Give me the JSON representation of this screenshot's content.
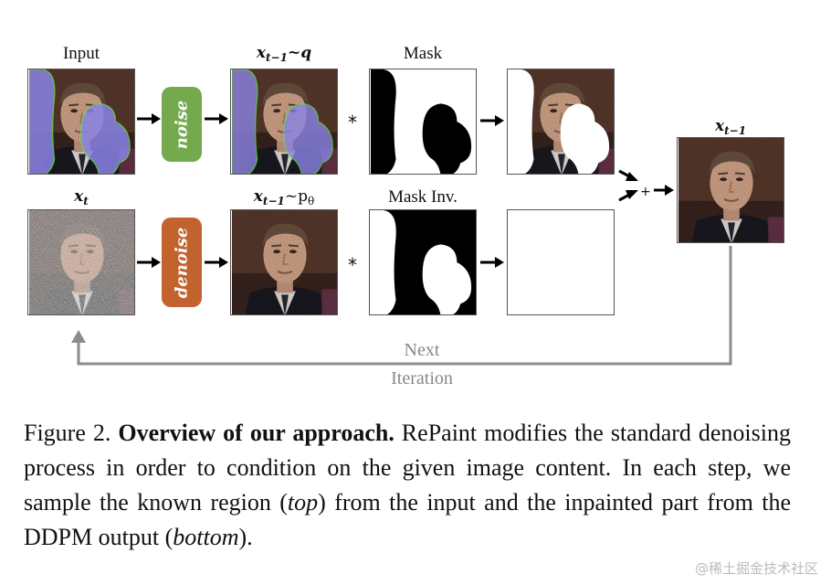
{
  "figure": {
    "labels": {
      "input": "Input",
      "xt": "x",
      "xt_sub": "t",
      "q_var": "x",
      "q_sub": "t−1",
      "q_rest": "~q",
      "p_var": "x",
      "p_sub": "t−1",
      "p_rest": "~p",
      "p_theta": "θ",
      "mask": "Mask",
      "mask_inv": "Mask Inv.",
      "out_var": "x",
      "out_sub": "t−1"
    },
    "pills": {
      "noise": "noise",
      "denoise": "denoise"
    },
    "operators": {
      "mult": "*",
      "plus": "+"
    },
    "iteration": {
      "line1": "Next",
      "line2": "Iteration"
    },
    "colors": {
      "noise": "#74a94e",
      "denoise": "#c2622d",
      "mask_overlay": "#8a83e6",
      "loop": "#8c8c8c"
    }
  },
  "caption": {
    "prefix": "Figure 2. ",
    "bold": "Overview of our approach.",
    "p1": " RePaint modifies the standard denoising process in order to condition on the given image content. In each step, we sample the known region (",
    "top": "top",
    "p2": ") from the input and the inpainted part from the DDPM output (",
    "bottom": "bottom",
    "p3": ")."
  },
  "watermark": "@稀土掘金技术社区"
}
